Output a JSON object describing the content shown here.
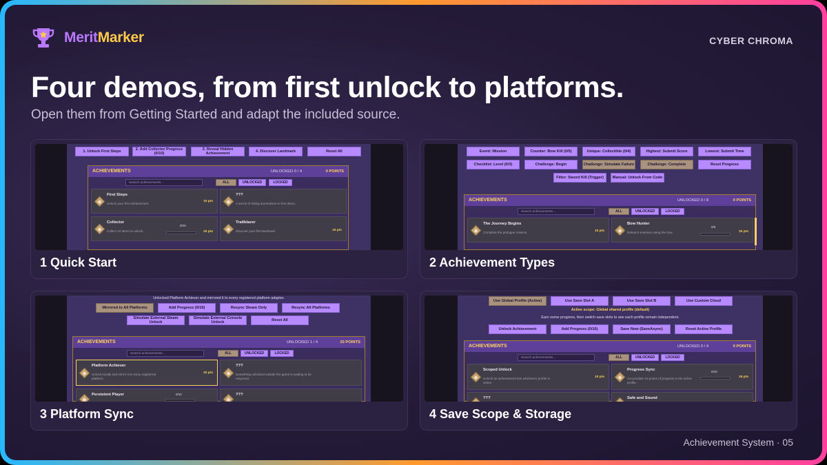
{
  "brand": {
    "part1": "Merit",
    "part2": "Marker"
  },
  "theme": "CYBER CHROMA",
  "title": "Four demos, from first unlock to platforms.",
  "subtitle": "Open them from Getting Started and adapt the included source.",
  "footer": "Achievement System · 05",
  "icons": {
    "logo": "trophy-icon",
    "item": "diamond-badge-icon"
  },
  "colors": {
    "accent_purple": "#b978ff",
    "accent_gold": "#ffc94a",
    "button": "#b78aff",
    "panel_header": "#5e3f9a"
  },
  "common": {
    "achievements": "ACHIEVEMENTS",
    "search": "Search achievements...",
    "all": "ALL",
    "unlocked": "UNLOCKED",
    "locked": "LOCKED"
  },
  "cards": [
    {
      "label": "1 Quick Start",
      "buttons": [
        "1. Unlock First Steps",
        "2. Add Collector Progress (0/10)",
        "3. Reveal Hidden Achievement",
        "4. Discover Landmark",
        "Reset All"
      ],
      "unlocked": "UNLOCKED 0 / 4",
      "points": "0 POINTS",
      "items": [
        {
          "title": "First Steps",
          "desc": "Unlock your first achievement.",
          "pts": "10 pts"
        },
        {
          "title": "???",
          "desc": "A secret is hiding somewhere in this demo.",
          "pts": ""
        },
        {
          "title": "Collector",
          "desc": "Collect 10 items to unlock.",
          "pts": "25 pts",
          "progress": "0/10"
        },
        {
          "title": "Trailblazer",
          "desc": "Discover your first landmark.",
          "pts": "15 pts"
        }
      ]
    },
    {
      "label": "2 Achievement Types",
      "buttons": [
        "Event: Mission",
        "Counter: Bow Kill (0/5)",
        "Unique: Collectible (0/4)",
        "Highest: Submit Score",
        "Lowest: Submit Time",
        "Checklist: Level (0/3)",
        "Challenge: Begin",
        "Challenge: Simulate Failure",
        "Challenge: Complete",
        "Reset Progress",
        "Filter: Sword Kill (Trigger)",
        "Manual: Unlock From Code"
      ],
      "unlocked": "UNLOCKED 0 / 8",
      "points": "0 POINTS",
      "items": [
        {
          "title": "The Journey Begins",
          "desc": "Complete the prologue mission.",
          "pts": "10 pts"
        },
        {
          "title": "Bow Hunter",
          "desc": "Defeat 5 enemies using the bow.",
          "pts": "20 pts",
          "progress": "0/5"
        }
      ]
    },
    {
      "label": "3 Platform Sync",
      "note": "Unlocked Platform Achiever and mirrored it to every registered platform adapter.",
      "buttons": [
        "Mirrored to All Platforms",
        "Add Progress (0/10)",
        "Resync Steam Only",
        "Resync All Platforms",
        "Simulate External Steam Unlock",
        "Simulate External Console Unlock",
        "Reset All"
      ],
      "unlocked": "UNLOCKED 1 / 4",
      "points": "20 POINTS",
      "items": [
        {
          "title": "Platform Achiever",
          "desc": "Unlock locally and mirror it to every registered platform.",
          "pts": "20 pts"
        },
        {
          "title": "???",
          "desc": "Something unlocked outside the game is waiting to be resynced.",
          "pts": ""
        },
        {
          "title": "Persistent Player",
          "desc": "",
          "pts": "",
          "progress": "0/10"
        },
        {
          "title": "???",
          "desc": "",
          "pts": ""
        }
      ]
    },
    {
      "label": "4 Save Scope & Storage",
      "buttons": [
        "Use Global Profile (Active)",
        "Use Save Slot A",
        "Use Save Slot B",
        "Use Custom Cloud",
        "Unlock Achievement",
        "Add Progress (0/10)",
        "Save Now (SaveAsync)",
        "Reset Active Profile"
      ],
      "scope": "Active scope: Global shared profile (default)",
      "note": "Earn some progress, then switch save slots to see each profile remain independent.",
      "unlocked": "UNLOCKED 0 / 4",
      "points": "0 POINTS",
      "items": [
        {
          "title": "Scoped Unlock",
          "desc": "Unlock an achievement into whichever profile is active.",
          "pts": "10 pts"
        },
        {
          "title": "Progress Sync",
          "desc": "Accumulate 10 points of progress in the active profile.",
          "pts": "25 pts",
          "progress": "0/10"
        },
        {
          "title": "???",
          "desc": "",
          "pts": ""
        },
        {
          "title": "Safe and Sound",
          "desc": "",
          "pts": ""
        }
      ]
    }
  ]
}
